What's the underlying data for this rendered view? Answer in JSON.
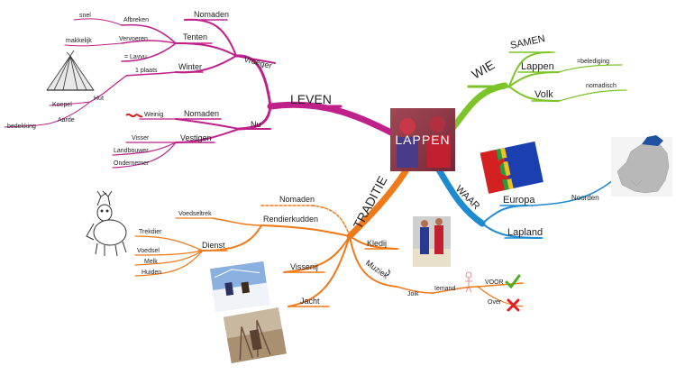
{
  "center": {
    "label": "LAPPEN"
  },
  "colors": {
    "leven": "#c0208a",
    "wie": "#7cc42a",
    "waar": "#1e8ad0",
    "traditie": "#f07a1a",
    "voor_check": "#4caf20",
    "over_cross": "#e02020",
    "flag_blue": "#1a3fb0",
    "flag_red": "#d42020",
    "flag_green": "#2a9a3a",
    "flag_yellow": "#f0c020"
  },
  "icons": [
    "tent-icon",
    "caribou-icon",
    "worm-icon",
    "music-note-icon",
    "check-icon",
    "cross-icon",
    "sami-flag-icon",
    "europe-map-icon",
    "singer-icon"
  ],
  "leven": {
    "label": "LEVEN",
    "vroeger": {
      "label": "Vroeger",
      "nomaden": "Nomaden",
      "tenten": {
        "label": "Tenten",
        "afbreken": "Afbreken",
        "snel": "snel",
        "vervoeren": "Vervoeren",
        "makkelijk": "makkelijk",
        "lavvu": "= Lavvu"
      },
      "winter": {
        "label": "Winter",
        "plaats": "1 plaats",
        "hut": "Hut",
        "koepel": "Koepel",
        "aarde": "Aarde",
        "bedekking": "bedekking"
      }
    },
    "nu": {
      "label": "Nu",
      "nomaden": "Nomaden",
      "weinig": "Weinig",
      "vestigen": {
        "label": "Vestigen",
        "visser": "Visser",
        "landbouwer": "Landbouwer",
        "ondernemer": "Ondernemer"
      }
    }
  },
  "wie": {
    "label": "WIE",
    "samen": "SAMEN",
    "lappen": "Lappen",
    "belediging": "=belediging",
    "volk": "Volk",
    "nomadisch": "nomadisch"
  },
  "waar": {
    "label": "WAAR",
    "europa": "Europa",
    "noorden": "Noorden",
    "lapland": "Lapland"
  },
  "traditie": {
    "label": "TRADITIE",
    "nomaden": "Nomaden",
    "rendierkudden": "Rendierkudden",
    "voedseltrek": "Voedseltrek",
    "dienst": {
      "label": "Dienst",
      "trekdier": "Trekdier",
      "voedsel": "Voedsel",
      "melk": "Melk",
      "huiden": "Huiden"
    },
    "visserij": "Vissenij",
    "jacht": "Jacht",
    "kledij": "Kledij",
    "muziek": {
      "label": "Muziek",
      "joik": "Joik",
      "iemand": "Iemand",
      "voor": "VOOR",
      "over": "Over"
    }
  }
}
